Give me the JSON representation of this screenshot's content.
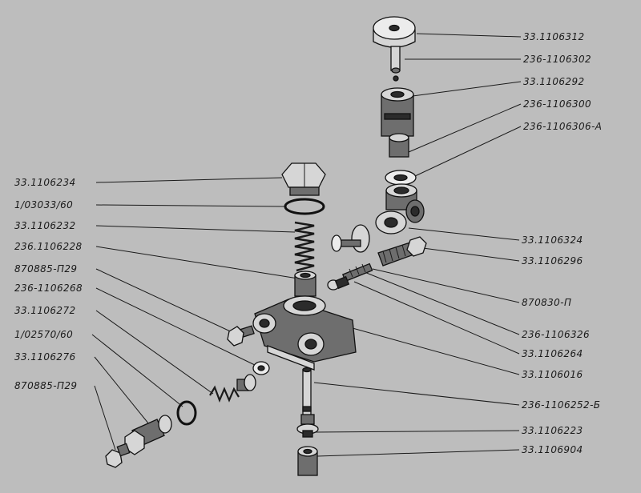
{
  "labels": {
    "l_33_1106312": "33.1106312",
    "l_236_1106302": "236-1106302",
    "l_33_1106292": "33.1106292",
    "l_236_1106300": "236-1106300",
    "l_236_1106306a": "236-1106306-А",
    "l_33_1106324": "33.1106324",
    "l_33_1106296": "33.1106296",
    "l_870830_p": "870830-П",
    "l_236_1106326": "236-1106326",
    "l_33_1106264": "33.1106264",
    "l_33_1106016": "33.1106016",
    "l_236_1106252b": "236-1106252-Б",
    "l_33_1106223": "33.1106223",
    "l_33_1106904": "33.1106904",
    "l_33_1106234": "33.1106234",
    "l_1_03033_60": "1/03033/60",
    "l_33_1106232": "33.1106232",
    "l_236_1106228": "236.1106228",
    "l_870885_p29a": "870885-П29",
    "l_236_1106268": "236-1106268",
    "l_33_1106272": "33.1106272",
    "l_1_02570_60": "1/02570/60",
    "l_33_1106276": "33.1106276",
    "l_870885_p29b": "870885-П29"
  }
}
